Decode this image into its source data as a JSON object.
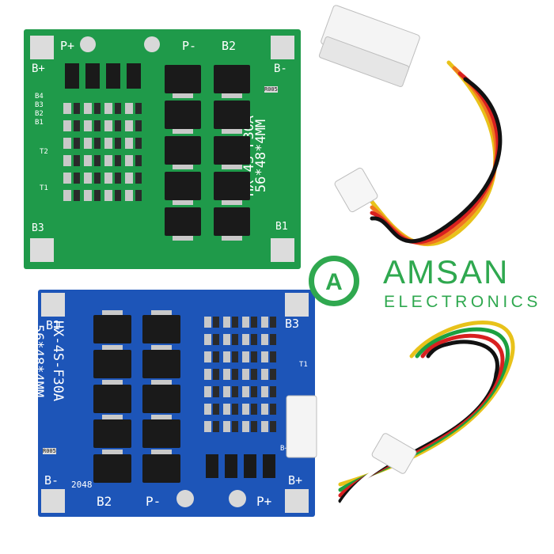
{
  "brand": {
    "name": "AMSAN",
    "subtitle": "ELECTRONICS",
    "mark_letter": "A",
    "color": "#2fa84f"
  },
  "green_board": {
    "model": "HX-4S-F30A",
    "size": "56*48*4MM",
    "labels": [
      "P+",
      "P-",
      "B2",
      "B+",
      "B-",
      "B1",
      "B3",
      "T1",
      "T2",
      "B4",
      "B3",
      "B2",
      "B1",
      "R005"
    ],
    "color": "#1f9a4a"
  },
  "blue_board": {
    "model": "HX-4S-F30A",
    "size": "56*48*4MM",
    "labels": [
      "B1",
      "B3",
      "B-",
      "B+",
      "B2",
      "P-",
      "P+",
      "2048",
      "T1",
      "B+",
      "R005"
    ],
    "color": "#1d55b8"
  },
  "wires": {
    "colors": [
      "#ffffff",
      "#e8c21a",
      "#f07820",
      "#d82020",
      "#111111",
      "#1ca040"
    ]
  }
}
